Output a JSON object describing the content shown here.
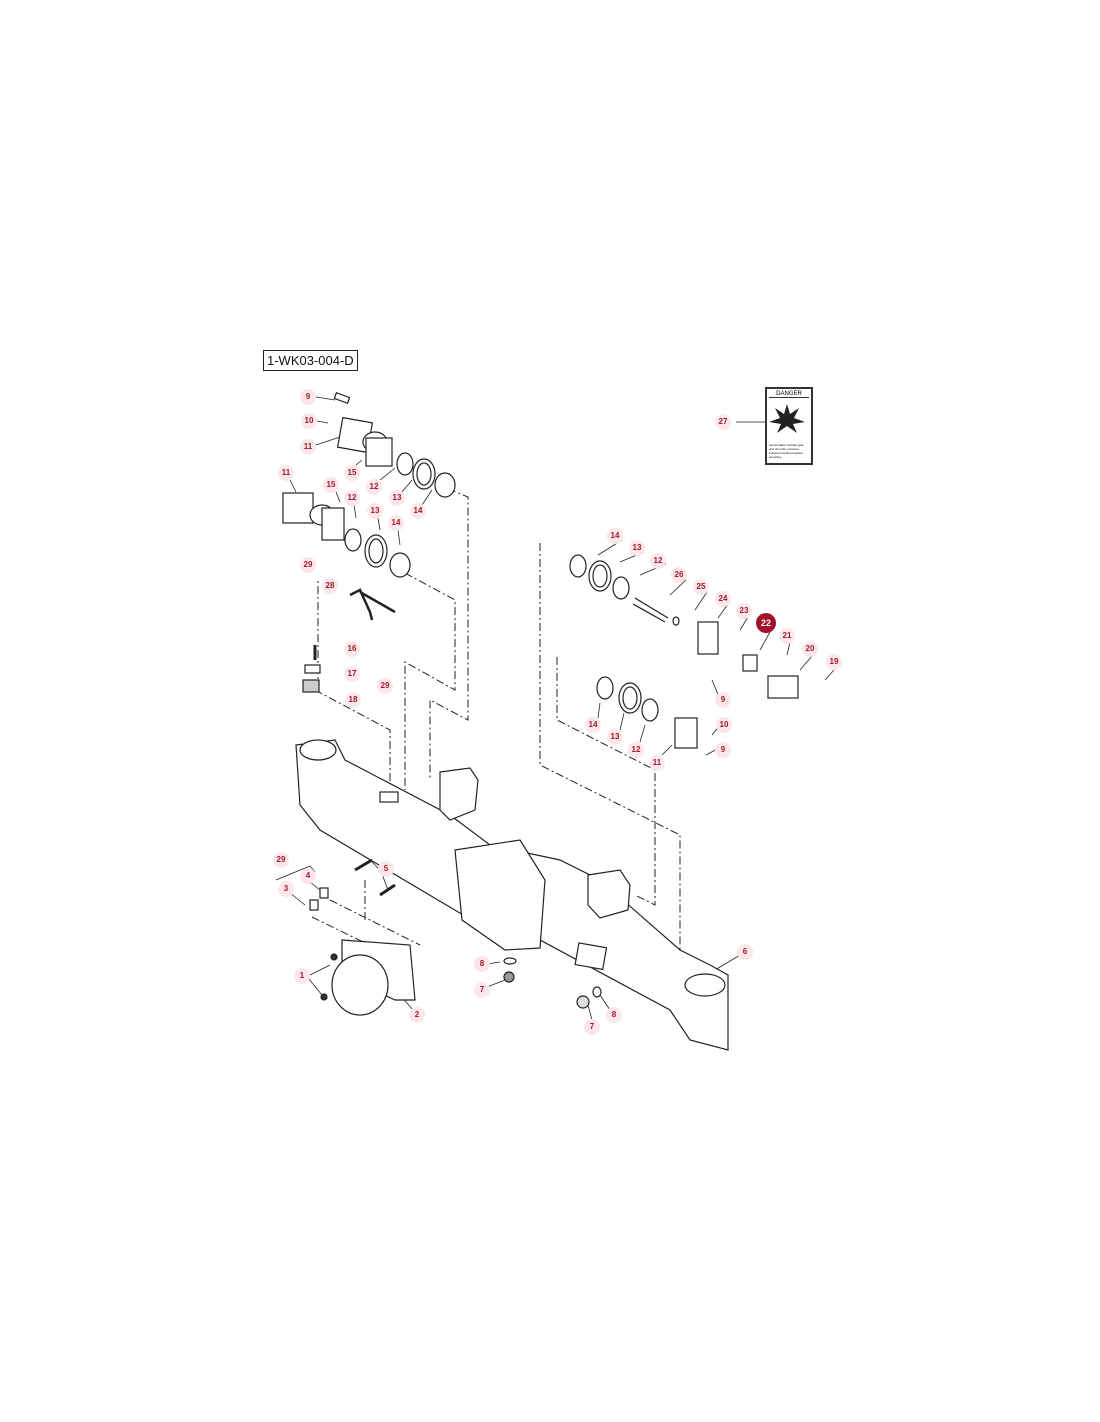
{
  "diagram_id": "1-WK03-004-D",
  "highlighted_item": "22",
  "decal": {
    "heading": "DANGER",
    "text": "Accumulator contains gas and oil under pressure. Follow procedures before servicing."
  },
  "callouts": [
    "9",
    "10",
    "11",
    "11",
    "15",
    "15",
    "12",
    "12",
    "13",
    "13",
    "14",
    "14",
    "29",
    "28",
    "16",
    "17",
    "29",
    "18",
    "27",
    "14",
    "13",
    "12",
    "26",
    "25",
    "24",
    "23",
    "22",
    "21",
    "20",
    "19",
    "9",
    "10",
    "9",
    "14",
    "13",
    "12",
    "11",
    "29",
    "5",
    "4",
    "3",
    "6",
    "8",
    "1",
    "7",
    "2",
    "8",
    "7"
  ],
  "colors": {
    "callout_bg": "#fbe6ea",
    "callout_text": "#a0192e",
    "highlight": "#a3112a"
  }
}
